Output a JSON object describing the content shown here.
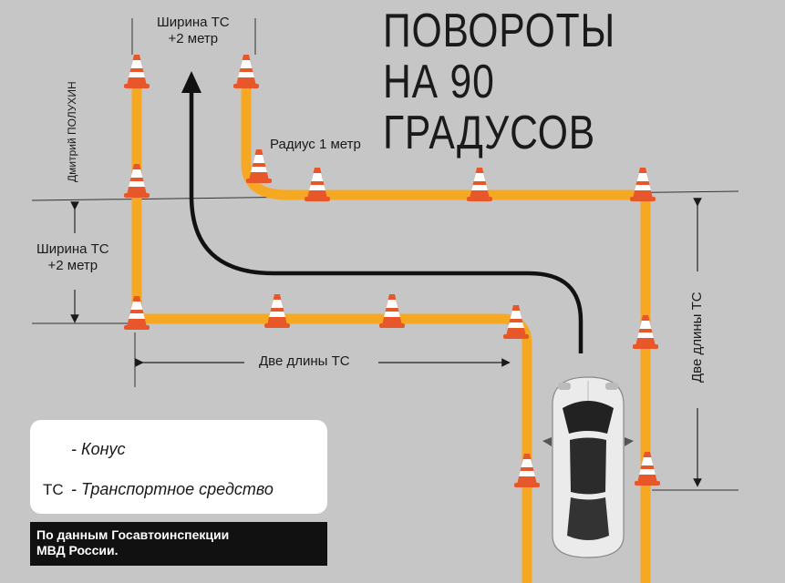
{
  "title": {
    "line1": "ПОВОРОТЫ",
    "line2": "НА 90 ГРАДУСОВ"
  },
  "author": "Дмитрий ПОЛУХИН",
  "labels": {
    "top_width_line1": "Ширина ТС",
    "top_width_line2": "+2 метр",
    "left_width_line1": "Ширина ТС",
    "left_width_line2": "+2 метр",
    "radius": "Радиус 1 метр",
    "two_lengths": "Две длины ТС",
    "two_lengths_vertical": "Две длины ТС"
  },
  "legend": {
    "cone_text": "- Конус",
    "vehicle_abbr": "ТС",
    "vehicle_text": "- Транспортное средство"
  },
  "source": {
    "line1": "По данным Госавтоинспекции",
    "line2": "МВД России."
  },
  "colors": {
    "background": "#c6c6c6",
    "track": "#f7a823",
    "cone": "#e8572a",
    "arrow": "#111111",
    "car": "#e9e9e9"
  }
}
